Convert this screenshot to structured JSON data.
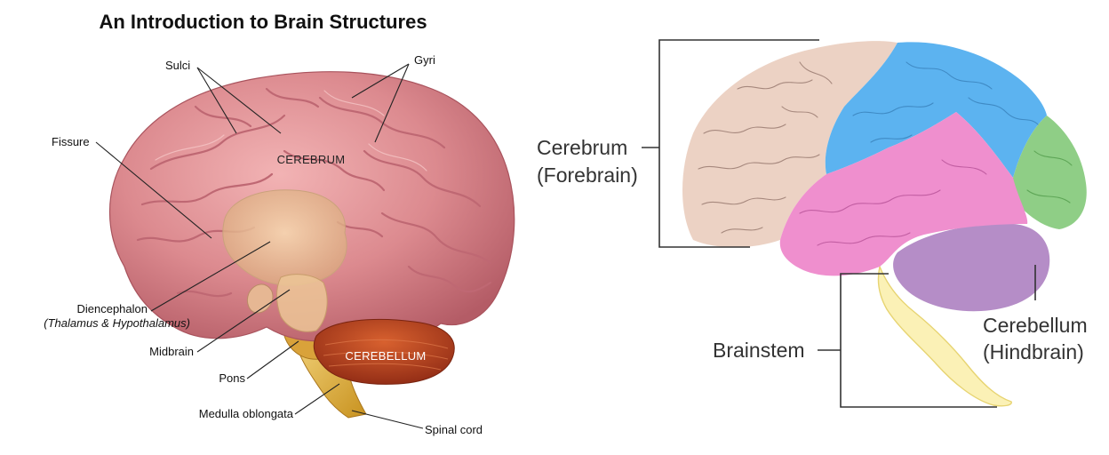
{
  "title": "An Introduction to Brain Structures",
  "left_labels": {
    "sulci": "Sulci",
    "gyri": "Gyri",
    "fissure": "Fissure",
    "cerebrum": "CEREBRUM",
    "diencephalon": "Diencephalon",
    "diencephalon_sub": "(Thalamus & Hypothalamus)",
    "midbrain": "Midbrain",
    "pons": "Pons",
    "cerebellum": "CEREBELLUM",
    "medulla": "Medulla oblongata",
    "spinal_cord": "Spinal cord"
  },
  "right_labels": {
    "cerebrum": "Cerebrum",
    "cerebrum_sub": "(Forebrain)",
    "cerebellum": "Cerebellum",
    "cerebellum_sub": "(Hindbrain)",
    "brainstem": "Brainstem"
  },
  "colors": {
    "cerebrum_3d": "#d97f86",
    "cerebellum_3d": "#b8401f",
    "brainstem_3d": "#e0b23f",
    "frontal_lobe": "#ecd2c4",
    "parietal_lobe": "#5cb3f0",
    "occipital_lobe": "#8fce86",
    "temporal_lobe": "#ef8fce",
    "cerebellum_flat": "#b58dc7",
    "brainstem_flat": "#fbf1b6"
  }
}
